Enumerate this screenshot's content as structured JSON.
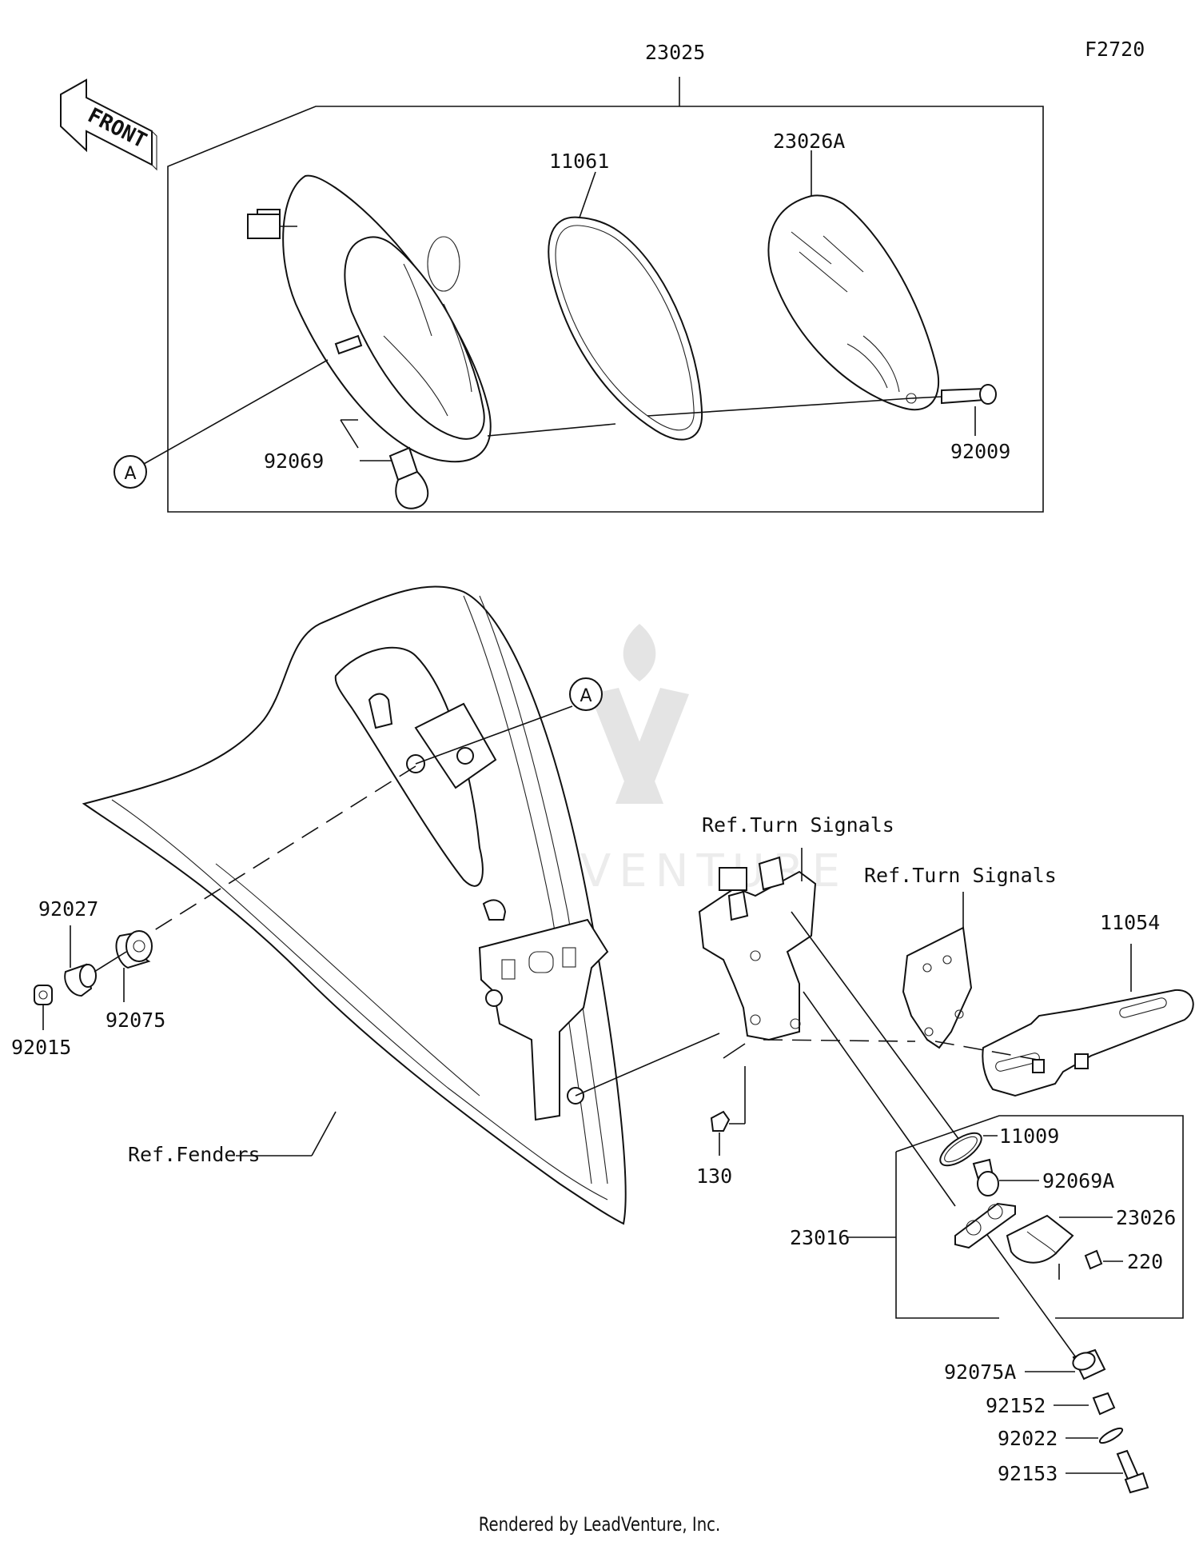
{
  "diagram_code": "F2720",
  "front_label": "FRONT",
  "watermark": "LEADVENTURE",
  "callout_marker": "A",
  "parts": {
    "tail_lamp_assy": "23025",
    "gasket_lens": "11061",
    "lens": "23026A",
    "bulb": "92069",
    "screw_lens": "92009",
    "nut_grommet": "92027",
    "grommet": "92075",
    "nut": "92015",
    "bracket": "11054",
    "gasket_license": "11009",
    "bulb_license": "92069A",
    "lens_license": "23026",
    "screw_license": "220",
    "license_lamp_assy": "23016",
    "bolt_130": "130",
    "grommet_a": "92075A",
    "collar": "92152",
    "washer": "92022",
    "bolt": "92153"
  },
  "refs": {
    "turn_signals_1": "Ref.Turn Signals",
    "turn_signals_2": "Ref.Turn Signals",
    "fenders": "Ref.Fenders"
  },
  "footer": "Rendered by LeadVenture, Inc."
}
